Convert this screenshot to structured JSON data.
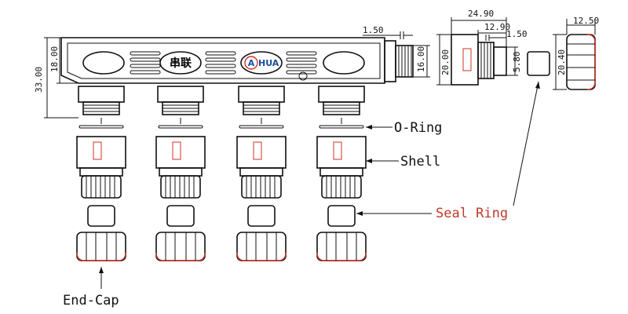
{
  "brand": {
    "name_cn": "串联",
    "logo_text": "HUA",
    "logo_mark": "A"
  },
  "dimensions": {
    "height_total": "33.00",
    "height_body": "18.00",
    "thread_len": "1.50",
    "thread_dia": "16.00",
    "side_width": "24.90",
    "side_inner": "12.90",
    "side_gap": "1.50",
    "side_height": "20.00",
    "side_nut": "5.80",
    "cap_width": "12.50",
    "cap_height": "20.40"
  },
  "labels": {
    "o_ring": "O-Ring",
    "shell": "Shell",
    "seal_ring": "Seal Ring",
    "end_cap": "End-Cap"
  },
  "colors": {
    "highlight": "#d0322a",
    "logo_blue": "#1a4fa0",
    "line": "#111111"
  }
}
